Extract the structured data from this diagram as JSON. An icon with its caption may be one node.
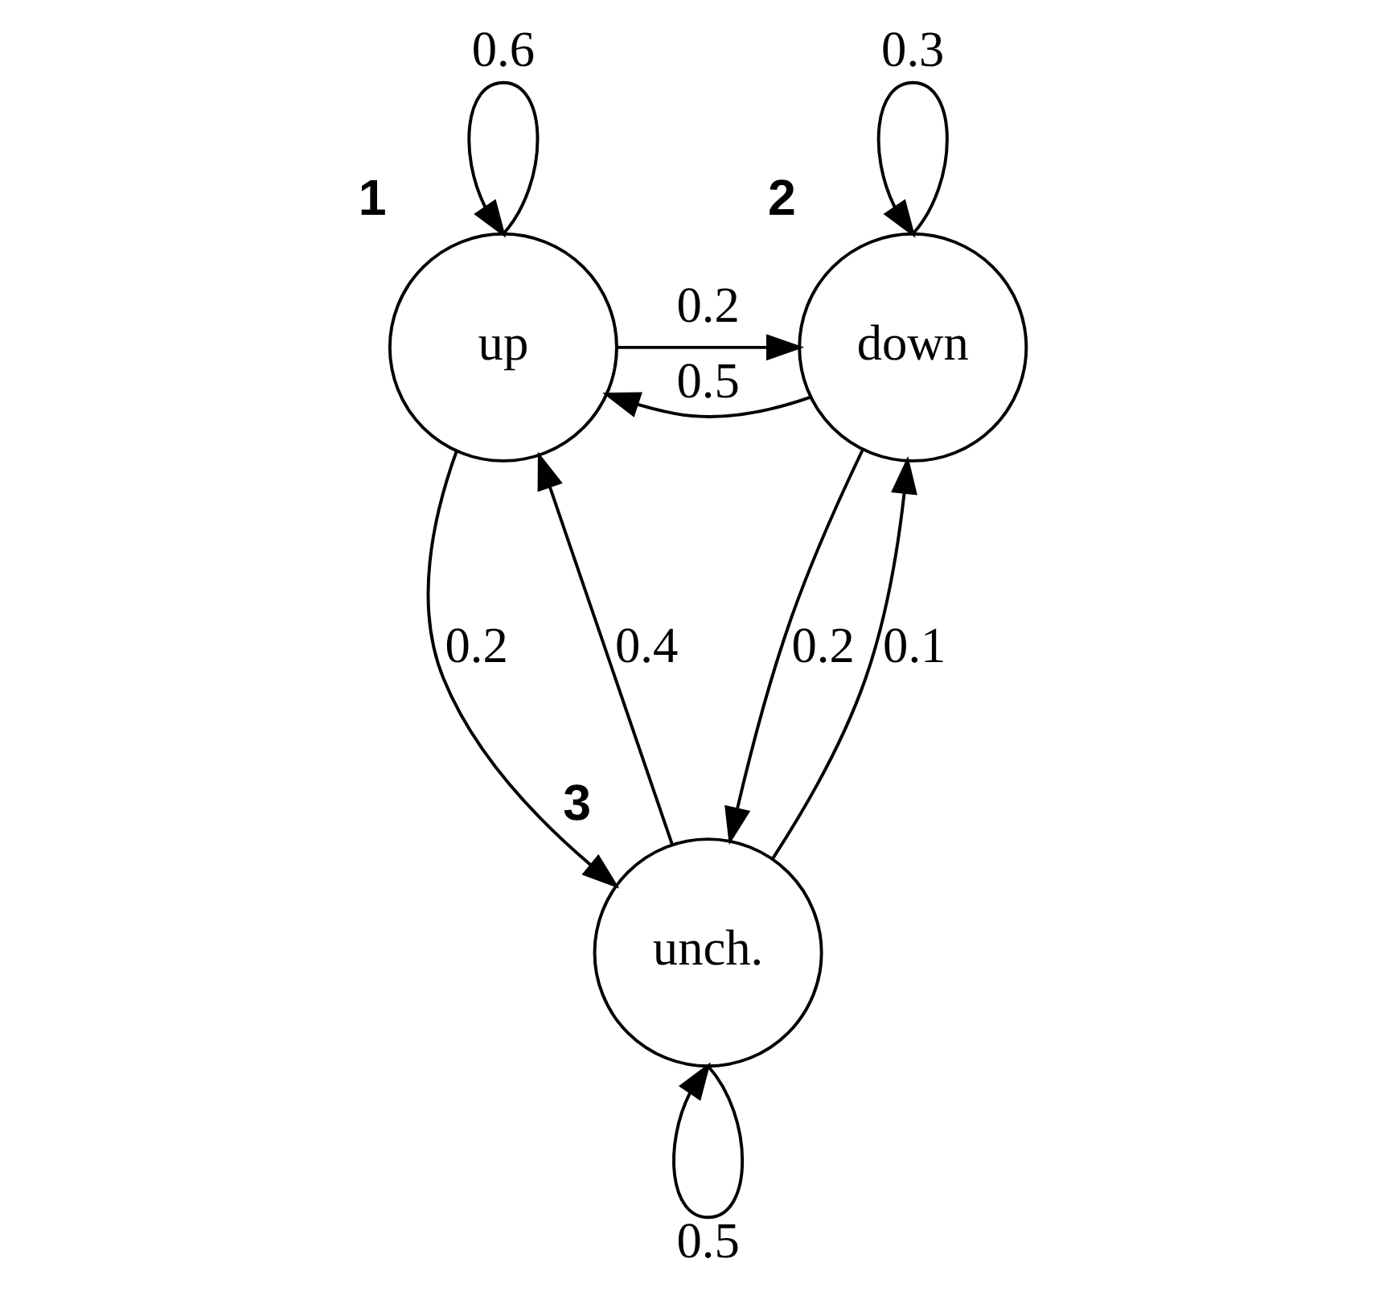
{
  "diagram": {
    "nodes": [
      {
        "text": [
          "up"
        ],
        "beside": [
          "1"
        ]
      },
      {
        "text": [
          "down"
        ],
        "beside": [
          "2"
        ]
      },
      {
        "text": [
          "unch."
        ],
        "beside": [
          "3"
        ]
      }
    ],
    "edges": [
      {
        "from": 0,
        "to": 0,
        "arrow": "to",
        "label": "0.6"
      },
      {
        "from": 1,
        "to": 1,
        "arrow": "to",
        "label": "0.3"
      },
      {
        "from": 0,
        "to": 1,
        "arrow": "to",
        "label": "0.2"
      },
      {
        "from": 1,
        "to": 0,
        "arrow": "to",
        "label": "0.5"
      },
      {
        "from": 0,
        "to": 2,
        "arrow": "to",
        "label": "0.2"
      },
      {
        "from": 2,
        "to": 0,
        "arrow": "to",
        "label": "0.4"
      },
      {
        "from": 1,
        "to": 2,
        "arrow": "to",
        "label": "0.2"
      },
      {
        "from": 2,
        "to": 1,
        "arrow": "to",
        "label": "0.1"
      },
      {
        "from": 2,
        "to": 2,
        "arrow": "to",
        "label": "0.5"
      }
    ]
  }
}
